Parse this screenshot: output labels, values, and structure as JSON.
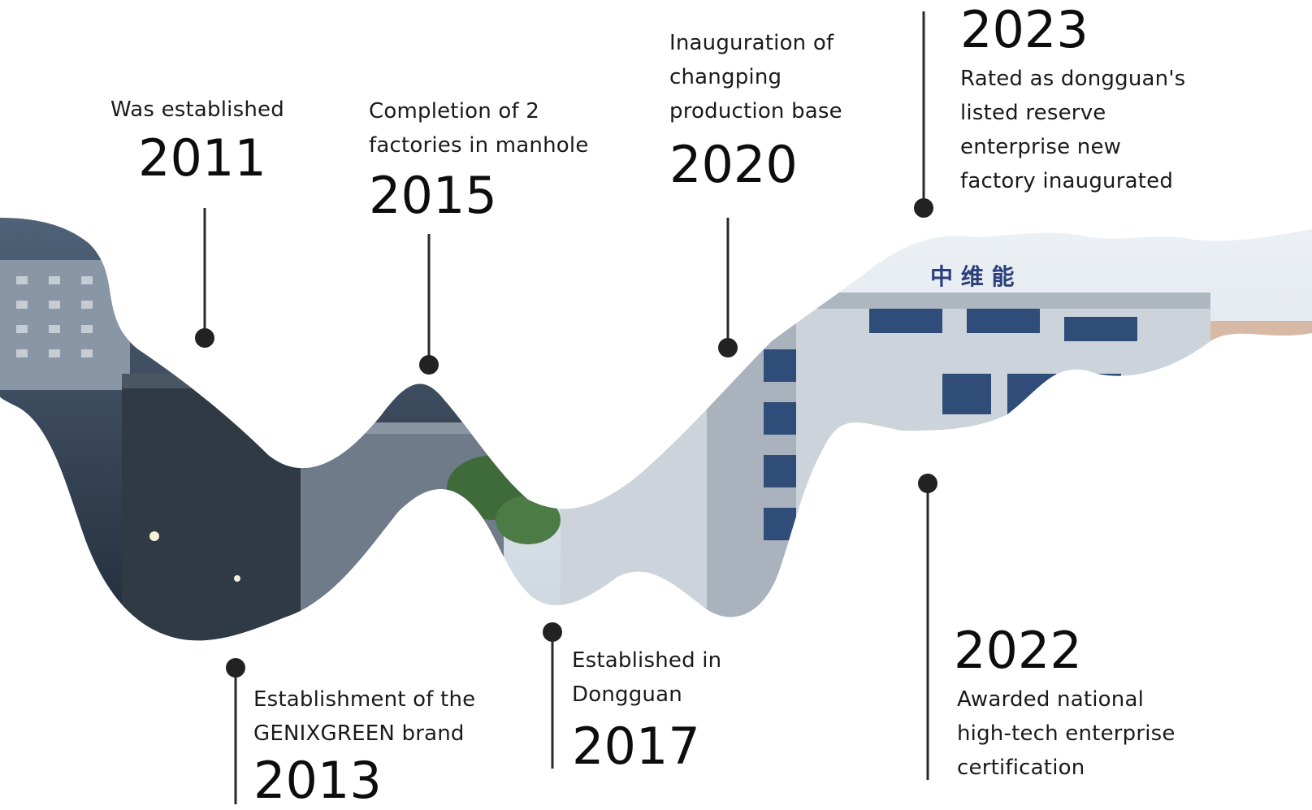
{
  "milestones": [
    {
      "year": "2011",
      "text": "Was established"
    },
    {
      "year": "2013",
      "text": "Establishment of the\nGENIXGREEN brand"
    },
    {
      "year": "2015",
      "text": "Completion of 2\nfactories in manhole"
    },
    {
      "year": "2017",
      "text": "Established in\nDongguan"
    },
    {
      "year": "2020",
      "text": "Inauguration of\nchangping\nproduction base"
    },
    {
      "year": "2022",
      "text": "Awarded national\nhigh-tech enterprise\ncertification"
    },
    {
      "year": "2023",
      "text": "Rated as dongguan's\nlisted reserve\nenterprise new\nfactory inaugurated"
    }
  ],
  "photo": {
    "building_sign": "中 维 能"
  },
  "colors": {
    "line": "#2a2a2a",
    "dot": "#222222",
    "sky": "#dfe6ee",
    "facade": "#b9c1cb",
    "dark_building": "#2e3a47"
  }
}
